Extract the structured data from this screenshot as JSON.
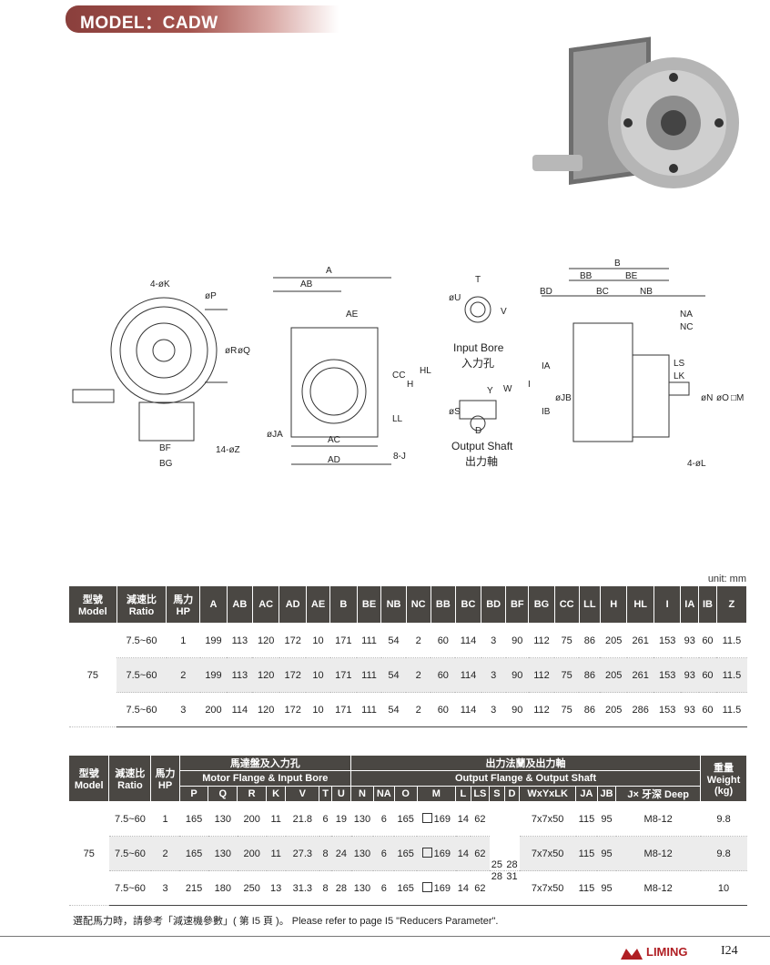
{
  "header": {
    "model_title": "MODEL：CADW"
  },
  "drawing_labels": {
    "phiK": "4-øK",
    "phiP": "øP",
    "phiR": "øR",
    "phiQ": "øQ",
    "A": "A",
    "AB": "AB",
    "AE": "AE",
    "CC": "CC",
    "H": "H",
    "HL": "HL",
    "LL": "LL",
    "AC": "AC",
    "AD": "AD",
    "phiJA": "øJA",
    "eightJ": "8-J",
    "BF": "BF",
    "BG": "BG",
    "fourteenZ": "14-øZ",
    "T": "T",
    "phiU": "øU",
    "V": "V",
    "input_bore_en": "Input Bore",
    "input_bore_zh": "入力孔",
    "Y": "Y",
    "W": "W",
    "phiS": "øS",
    "D": "D",
    "output_shaft_en": "Output Shaft",
    "output_shaft_zh": "出力軸",
    "B": "B",
    "BB": "BB",
    "BE": "BE",
    "BD": "BD",
    "BC": "BC",
    "NB": "NB",
    "NA": "NA",
    "NC": "NC",
    "I": "I",
    "IA": "IA",
    "IB": "IB",
    "phiJB": "øJB",
    "LS": "LS",
    "LK": "LK",
    "phiN": "øN",
    "phiO": "øO",
    "squareM": "□M",
    "fourL": "4-øL"
  },
  "unit_label": "unit: mm",
  "table1": {
    "headers": [
      {
        "zh": "型號",
        "en": "Model"
      },
      {
        "zh": "減速比",
        "en": "Ratio"
      },
      {
        "zh": "馬力",
        "en": "HP"
      },
      "A",
      "AB",
      "AC",
      "AD",
      "AE",
      "B",
      "BE",
      "NB",
      "NC",
      "BB",
      "BC",
      "BD",
      "BF",
      "BG",
      "CC",
      "LL",
      "H",
      "HL",
      "I",
      "IA",
      "IB",
      "Z"
    ],
    "model": "75",
    "rows": [
      [
        "7.5~60",
        "1",
        "199",
        "113",
        "120",
        "172",
        "10",
        "171",
        "111",
        "54",
        "2",
        "60",
        "114",
        "3",
        "90",
        "112",
        "75",
        "86",
        "205",
        "261",
        "153",
        "93",
        "60",
        "11.5"
      ],
      [
        "7.5~60",
        "2",
        "199",
        "113",
        "120",
        "172",
        "10",
        "171",
        "111",
        "54",
        "2",
        "60",
        "114",
        "3",
        "90",
        "112",
        "75",
        "86",
        "205",
        "261",
        "153",
        "93",
        "60",
        "11.5"
      ],
      [
        "7.5~60",
        "3",
        "200",
        "114",
        "120",
        "172",
        "10",
        "171",
        "111",
        "54",
        "2",
        "60",
        "114",
        "3",
        "90",
        "112",
        "75",
        "86",
        "205",
        "286",
        "153",
        "93",
        "60",
        "11.5"
      ]
    ]
  },
  "table2": {
    "h_model": {
      "zh": "型號",
      "en": "Model"
    },
    "h_ratio": {
      "zh": "減速比",
      "en": "Ratio"
    },
    "h_hp": {
      "zh": "馬力",
      "en": "HP"
    },
    "h_motor": {
      "zh": "馬達盤及入力孔",
      "en": "Motor Flange & Input Bore"
    },
    "h_output": {
      "zh": "出力法蘭及出力軸",
      "en": "Output Flange & Output Shaft"
    },
    "h_weight": {
      "zh": "重量",
      "en": "Weight",
      "unit": "(kg)"
    },
    "motor_cols": [
      "P",
      "Q",
      "R",
      "K",
      "V",
      "T",
      "U"
    ],
    "output_cols": [
      "N",
      "NA",
      "O",
      "M",
      "L",
      "LS",
      "S",
      "D",
      "WxYxLK",
      "JA",
      "JB",
      "J× 牙深 Deep"
    ],
    "model": "75",
    "S_top": "25",
    "D_top": "28",
    "S_bot": "28",
    "D_bot": "31",
    "rows": [
      {
        "ratio": "7.5~60",
        "hp": "1",
        "P": "165",
        "Q": "130",
        "R": "200",
        "K": "11",
        "V": "21.8",
        "T": "6",
        "U": "19",
        "N": "130",
        "NA": "6",
        "O": "165",
        "M": "169",
        "L": "14",
        "LS": "62",
        "WYLK": "7x7x50",
        "JA": "115",
        "JB": "95",
        "J": "M8-12",
        "weight": "9.8"
      },
      {
        "ratio": "7.5~60",
        "hp": "2",
        "P": "165",
        "Q": "130",
        "R": "200",
        "K": "11",
        "V": "27.3",
        "T": "8",
        "U": "24",
        "N": "130",
        "NA": "6",
        "O": "165",
        "M": "169",
        "L": "14",
        "LS": "62",
        "WYLK": "7x7x50",
        "JA": "115",
        "JB": "95",
        "J": "M8-12",
        "weight": "9.8"
      },
      {
        "ratio": "7.5~60",
        "hp": "3",
        "P": "215",
        "Q": "180",
        "R": "250",
        "K": "13",
        "V": "31.3",
        "T": "8",
        "U": "28",
        "N": "130",
        "NA": "6",
        "O": "165",
        "M": "169",
        "L": "14",
        "LS": "62",
        "WYLK": "7x7x50",
        "JA": "115",
        "JB": "95",
        "J": "M8-12",
        "weight": "10"
      }
    ]
  },
  "note": "選配馬力時，請參考「減速機參數」( 第 I5 頁 )。 Please refer to page I5 \"Reducers Parameter\".",
  "footer": {
    "brand": "LIMING",
    "page": "I24"
  }
}
